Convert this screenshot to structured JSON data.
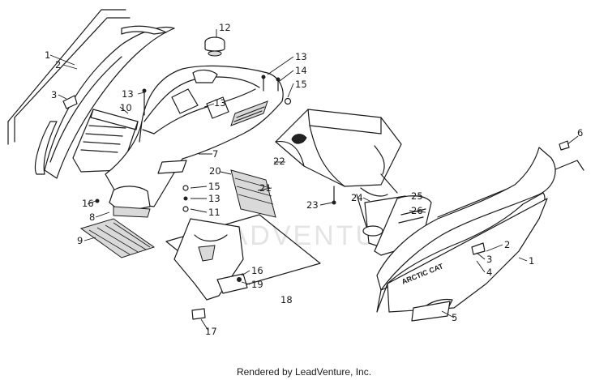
{
  "watermark": "LEADVENTURE",
  "footer_text": "Rendered by LeadVenture, Inc.",
  "brand_decal": "ARCTIC CAT",
  "callouts": [
    "1",
    "2",
    "3",
    "10",
    "13",
    "12",
    "13",
    "14",
    "15",
    "13",
    "7",
    "20",
    "22",
    "21",
    "16",
    "8",
    "9",
    "15",
    "13",
    "11",
    "23",
    "24",
    "25",
    "26",
    "6",
    "2",
    "1",
    "3",
    "4",
    "5",
    "16",
    "19",
    "18",
    "17"
  ]
}
